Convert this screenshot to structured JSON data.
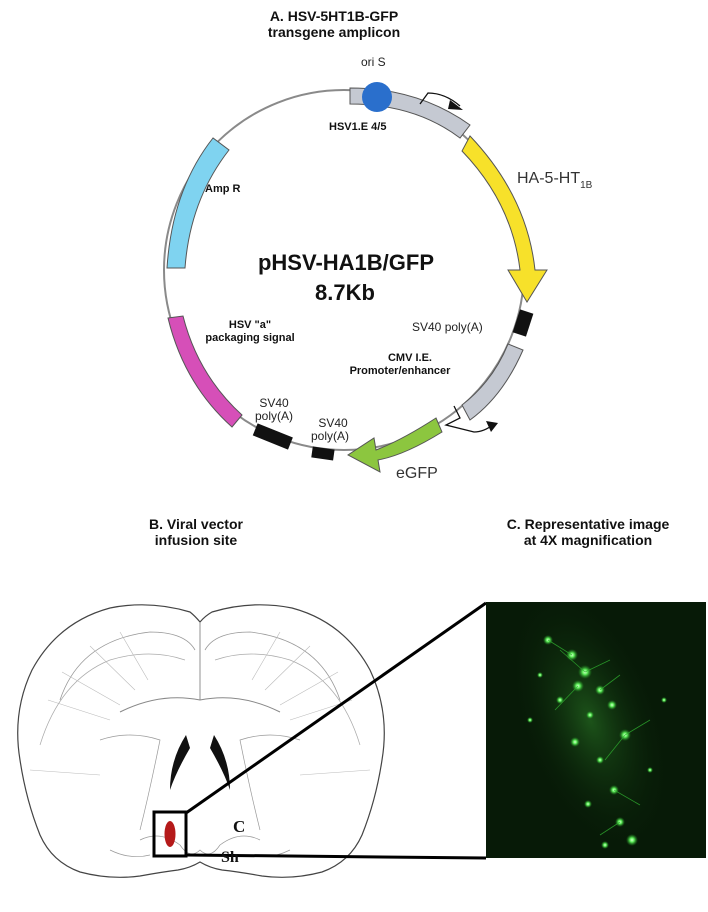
{
  "panel_a": {
    "caption_line1": "A. HSV-5HT1B-GFP",
    "caption_line2": "transgene amplicon",
    "plasmid_name": "pHSV-HA1B/GFP",
    "plasmid_size": "8.7Kb",
    "labels": {
      "ori": "ori S",
      "hsv_ie": "HSV1.E 4/5",
      "ha5ht_main": "HA-5-HT",
      "ha5ht_sub": "1B",
      "amp": "Amp R",
      "packaging_1": "HSV \"a\"",
      "packaging_2": "packaging signal",
      "sv40_right": "SV40 poly(A)",
      "cmv_1": "CMV I.E.",
      "cmv_2": "Promoter/enhancer",
      "sv40_left_1": "SV40",
      "sv40_left_2": "poly(A)",
      "sv40_mid_1": "SV40",
      "sv40_mid_2": "poly(A)",
      "egfp": "eGFP"
    },
    "colors": {
      "amp": "#7fd3f0",
      "ha5ht": "#f7e12a",
      "packaging": "#d64fb8",
      "egfp": "#8cc63f",
      "grey_segment": "#c5c9d2",
      "ori_dot": "#2a6fcc",
      "polyA": "#111111"
    }
  },
  "panel_b": {
    "caption_line1": "B. Viral vector",
    "caption_line2": "infusion site",
    "label_c": "C",
    "label_sh": "Sh",
    "colors": {
      "infusion": "#b51a1a"
    }
  },
  "panel_c": {
    "caption_line1": "C. Representative image",
    "caption_line2": "at  4X magnification",
    "colors": {
      "background": "#071a07",
      "cells": "#46e04a"
    }
  }
}
